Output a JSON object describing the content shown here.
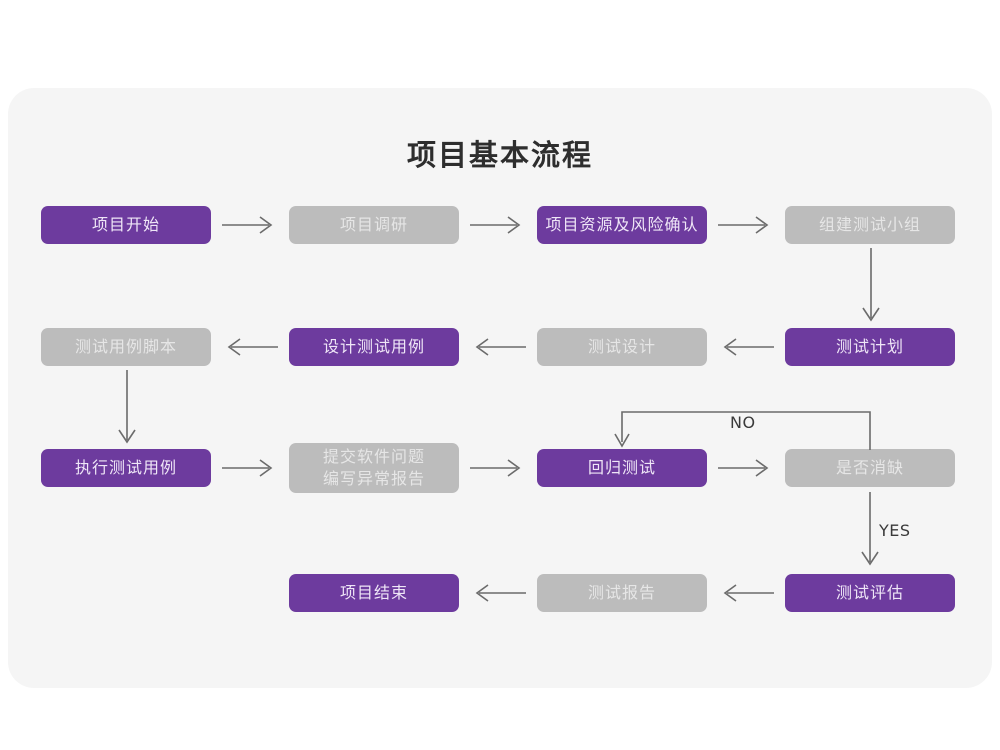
{
  "page": {
    "background": "#ffffff",
    "panel_background": "#f5f5f5",
    "title": "项目基本流程"
  },
  "colors": {
    "purple": "#6d3b9e",
    "purple_text": "#efe6f7",
    "gray": "#bcbcbc",
    "gray_text": "#e6e6e6",
    "connector": "#6b6b6b",
    "label_text": "#3a3a3a"
  },
  "flow": {
    "rows": [
      {
        "row": 1,
        "direction": "left-to-right",
        "nodes": [
          {
            "id": "n1",
            "label": "项目开始",
            "style": "purple"
          },
          {
            "id": "n2",
            "label": "项目调研",
            "style": "gray"
          },
          {
            "id": "n3",
            "label": "项目资源及风险确认",
            "style": "purple"
          },
          {
            "id": "n4",
            "label": "组建测试小组",
            "style": "gray"
          }
        ]
      },
      {
        "row": 2,
        "direction": "right-to-left",
        "nodes": [
          {
            "id": "n8",
            "label": "测试用例脚本",
            "style": "gray"
          },
          {
            "id": "n7",
            "label": "设计测试用例",
            "style": "purple"
          },
          {
            "id": "n6",
            "label": "测试设计",
            "style": "gray"
          },
          {
            "id": "n5",
            "label": "测试计划",
            "style": "purple"
          }
        ]
      },
      {
        "row": 3,
        "direction": "left-to-right",
        "nodes": [
          {
            "id": "n9",
            "label": "执行测试用例",
            "style": "purple"
          },
          {
            "id": "n10",
            "label": "提交软件问题\n编写异常报告",
            "style": "gray"
          },
          {
            "id": "n11",
            "label": "回归测试",
            "style": "purple"
          },
          {
            "id": "n12",
            "label": "是否消缺",
            "style": "gray"
          }
        ]
      },
      {
        "row": 4,
        "direction": "right-to-left",
        "nodes": [
          {
            "id": "n15",
            "label": "项目结束",
            "style": "purple"
          },
          {
            "id": "n14",
            "label": "测试报告",
            "style": "gray"
          },
          {
            "id": "n13",
            "label": "测试评估",
            "style": "purple"
          }
        ]
      }
    ],
    "edge_labels": {
      "no": "NO",
      "yes": "YES"
    }
  }
}
